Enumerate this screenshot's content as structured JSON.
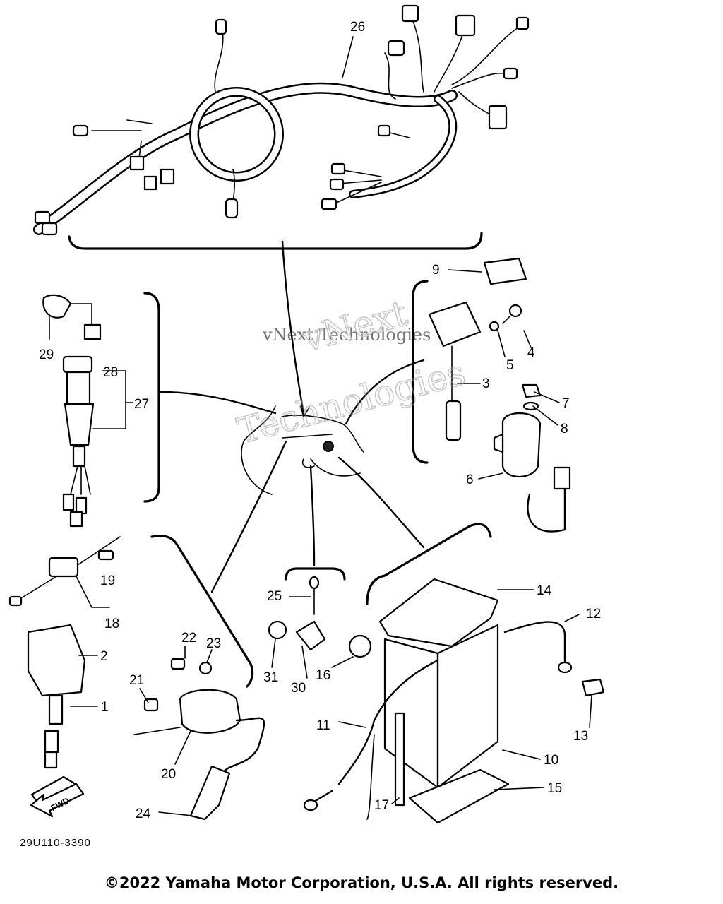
{
  "watermark": {
    "line1": "vNext Technologies",
    "line2": "vNext",
    "line3": "Technologies"
  },
  "callouts": [
    {
      "id": "c1",
      "text": "1"
    },
    {
      "id": "c2",
      "text": "2"
    },
    {
      "id": "c3",
      "text": "3"
    },
    {
      "id": "c4",
      "text": "4"
    },
    {
      "id": "c5",
      "text": "5"
    },
    {
      "id": "c6",
      "text": "6"
    },
    {
      "id": "c7",
      "text": "7"
    },
    {
      "id": "c8",
      "text": "8"
    },
    {
      "id": "c9",
      "text": "9"
    },
    {
      "id": "c10",
      "text": "10"
    },
    {
      "id": "c11",
      "text": "11"
    },
    {
      "id": "c12",
      "text": "12"
    },
    {
      "id": "c13",
      "text": "13"
    },
    {
      "id": "c14",
      "text": "14"
    },
    {
      "id": "c15",
      "text": "15"
    },
    {
      "id": "c16",
      "text": "16"
    },
    {
      "id": "c17",
      "text": "17"
    },
    {
      "id": "c18",
      "text": "18"
    },
    {
      "id": "c19",
      "text": "19"
    },
    {
      "id": "c20",
      "text": "20"
    },
    {
      "id": "c21",
      "text": "21"
    },
    {
      "id": "c22",
      "text": "22"
    },
    {
      "id": "c23",
      "text": "23"
    },
    {
      "id": "c24",
      "text": "24"
    },
    {
      "id": "c25",
      "text": "25"
    },
    {
      "id": "c26",
      "text": "26"
    },
    {
      "id": "c27",
      "text": "27"
    },
    {
      "id": "c28",
      "text": "28"
    },
    {
      "id": "c29",
      "text": "29"
    },
    {
      "id": "c30",
      "text": "30"
    },
    {
      "id": "c31",
      "text": "31"
    }
  ],
  "fwd_label": "FWD",
  "diagram_code": "29U110-3390",
  "copyright": "©2022 Yamaha Motor Corporation, U.S.A. All rights reserved.",
  "colors": {
    "ink": "#000000",
    "watermark": "#bdbdbd",
    "background": "#ffffff"
  }
}
